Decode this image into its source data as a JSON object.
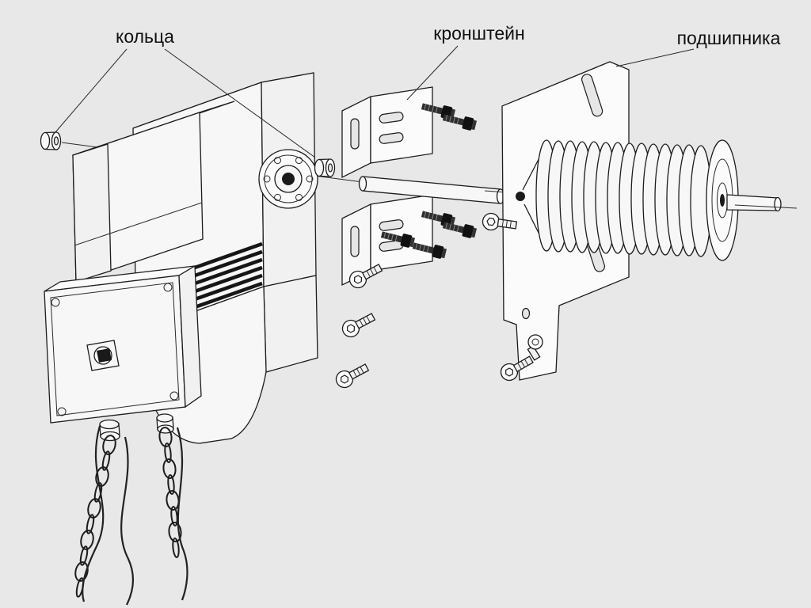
{
  "labels": {
    "rings": "кольца",
    "bracket": "кронштейн",
    "bearing": "подшипника"
  },
  "colors": {
    "background": "#e8e8e8",
    "line": "#1c1c1c",
    "bolt_head": "#111111",
    "face_fill": "#f7f7f7"
  }
}
